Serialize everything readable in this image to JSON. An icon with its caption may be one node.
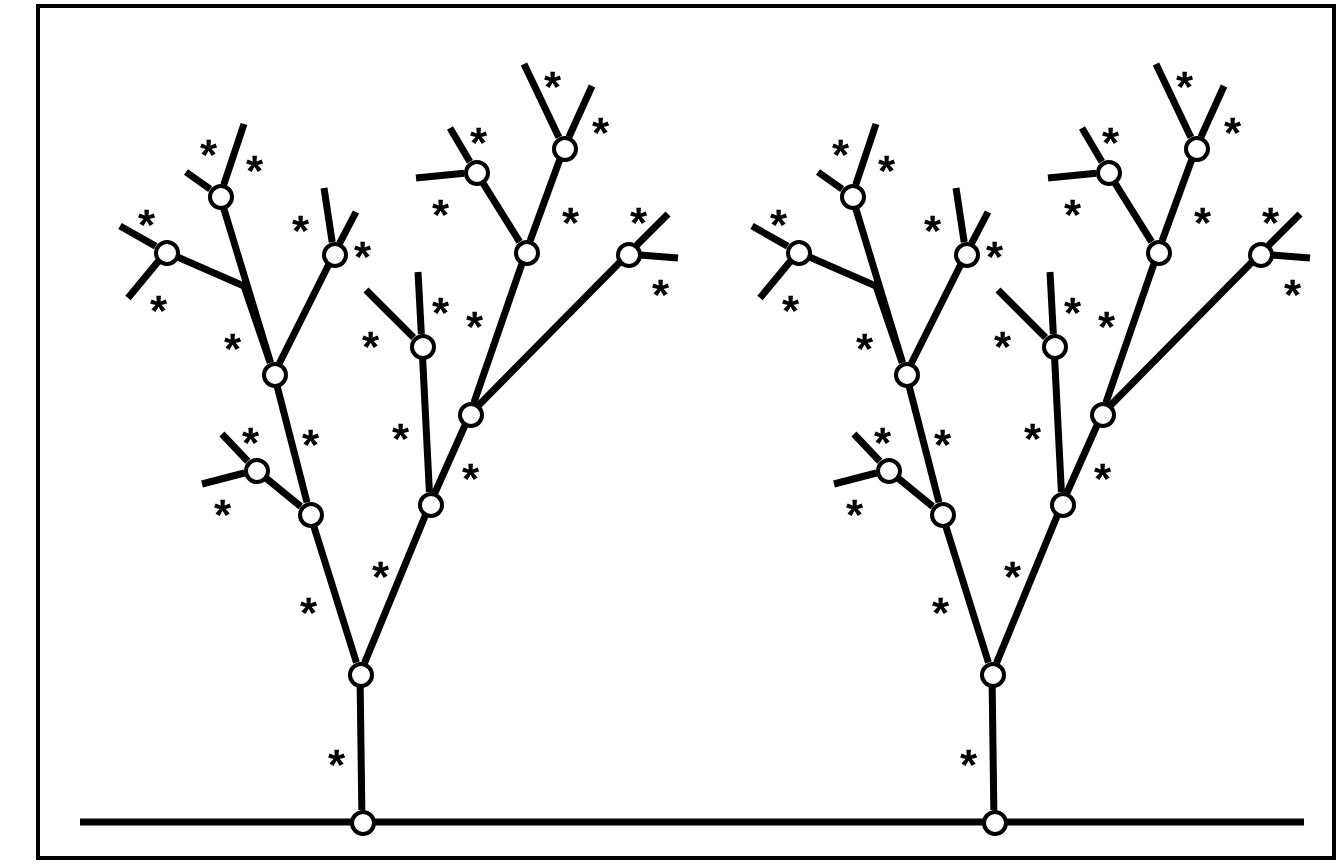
{
  "diagram": {
    "nodes": [
      {
        "text": [],
        "shape": "circle"
      },
      {
        "text": [],
        "shape": "circle"
      },
      {
        "text": [],
        "shape": "circle"
      },
      {
        "text": [],
        "shape": "circle"
      },
      {
        "text": [],
        "shape": "circle"
      },
      {
        "text": [],
        "shape": "circle"
      },
      {
        "text": [],
        "shape": "circle"
      },
      {
        "text": [],
        "shape": "circle"
      },
      {
        "text": [],
        "shape": "circle"
      },
      {
        "text": [],
        "shape": "circle"
      },
      {
        "text": [],
        "shape": "circle"
      },
      {
        "text": [],
        "shape": "circle"
      },
      {
        "text": [],
        "shape": "circle"
      },
      {
        "text": [],
        "shape": "circle"
      },
      {
        "text": [],
        "shape": "circle"
      },
      {
        "text": [],
        "shape": "circle"
      },
      {
        "text": [],
        "shape": "circle"
      },
      {
        "text": [],
        "shape": "circle"
      },
      {
        "text": [],
        "shape": "circle"
      },
      {
        "text": [],
        "shape": "circle"
      },
      {
        "text": [],
        "shape": "circle"
      },
      {
        "text": [],
        "shape": "circle"
      },
      {
        "text": [],
        "shape": "circle"
      },
      {
        "text": [],
        "shape": "circle"
      },
      {
        "text": [],
        "shape": "circle"
      },
      {
        "text": [],
        "shape": "circle"
      },
      {
        "text": [],
        "shape": "circle"
      },
      {
        "text": [],
        "shape": "circle"
      },
      {
        "text": [],
        "shape": "circle"
      },
      {
        "text": [],
        "shape": "circle"
      }
    ],
    "edges": [
      {
        "from": 0,
        "to": 1,
        "arrow": "none"
      },
      {
        "from": 1,
        "to": 2,
        "arrow": "none"
      },
      {
        "from": 1,
        "to": 3,
        "arrow": "none"
      },
      {
        "from": 2,
        "to": 4,
        "arrow": "none"
      },
      {
        "from": 2,
        "to": 5,
        "arrow": "none"
      },
      {
        "from": 5,
        "to": 12,
        "arrow": "none"
      },
      {
        "from": 5,
        "to": 9,
        "arrow": "none"
      },
      {
        "from": 5,
        "to": 8,
        "arrow": "none"
      },
      {
        "from": 3,
        "to": 7,
        "arrow": "none"
      },
      {
        "from": 3,
        "to": 6,
        "arrow": "none"
      },
      {
        "from": 6,
        "to": 10,
        "arrow": "none"
      },
      {
        "from": 6,
        "to": 11,
        "arrow": "none"
      },
      {
        "from": 10,
        "to": 13,
        "arrow": "none"
      },
      {
        "from": 10,
        "to": 14,
        "arrow": "none"
      },
      {
        "from": 4,
        "to": null,
        "arrow": "none"
      },
      {
        "from": 4,
        "to": null,
        "arrow": "none"
      },
      {
        "from": 9,
        "to": null,
        "arrow": "none"
      },
      {
        "from": 9,
        "to": null,
        "arrow": "none"
      },
      {
        "from": 12,
        "to": null,
        "arrow": "none"
      },
      {
        "from": 12,
        "to": null,
        "arrow": "none"
      },
      {
        "from": 8,
        "to": null,
        "arrow": "none"
      },
      {
        "from": 8,
        "to": null,
        "arrow": "none"
      },
      {
        "from": 13,
        "to": null,
        "arrow": "none"
      },
      {
        "from": 13,
        "to": null,
        "arrow": "none"
      },
      {
        "from": 14,
        "to": null,
        "arrow": "none"
      },
      {
        "from": 14,
        "to": null,
        "arrow": "none"
      },
      {
        "from": 11,
        "to": null,
        "arrow": "none"
      },
      {
        "from": 11,
        "to": null,
        "arrow": "none"
      },
      {
        "from": 7,
        "to": null,
        "arrow": "none"
      },
      {
        "from": 7,
        "to": null,
        "arrow": "none"
      },
      {
        "from": 15,
        "to": 16,
        "arrow": "none"
      },
      {
        "from": 16,
        "to": 17,
        "arrow": "none"
      },
      {
        "from": 16,
        "to": 18,
        "arrow": "none"
      },
      {
        "from": 17,
        "to": 19,
        "arrow": "none"
      },
      {
        "from": 17,
        "to": 20,
        "arrow": "none"
      },
      {
        "from": 20,
        "to": 27,
        "arrow": "none"
      },
      {
        "from": 20,
        "to": 24,
        "arrow": "none"
      },
      {
        "from": 20,
        "to": 23,
        "arrow": "none"
      },
      {
        "from": 18,
        "to": 22,
        "arrow": "none"
      },
      {
        "from": 18,
        "to": 21,
        "arrow": "none"
      },
      {
        "from": 21,
        "to": 25,
        "arrow": "none"
      },
      {
        "from": 21,
        "to": 26,
        "arrow": "none"
      },
      {
        "from": 25,
        "to": 28,
        "arrow": "none"
      },
      {
        "from": 25,
        "to": 29,
        "arrow": "none"
      },
      {
        "from": 19,
        "to": null,
        "arrow": "none"
      },
      {
        "from": 19,
        "to": null,
        "arrow": "none"
      },
      {
        "from": 24,
        "to": null,
        "arrow": "none"
      },
      {
        "from": 24,
        "to": null,
        "arrow": "none"
      },
      {
        "from": 27,
        "to": null,
        "arrow": "none"
      },
      {
        "from": 27,
        "to": null,
        "arrow": "none"
      },
      {
        "from": 23,
        "to": null,
        "arrow": "none"
      },
      {
        "from": 23,
        "to": null,
        "arrow": "none"
      },
      {
        "from": 28,
        "to": null,
        "arrow": "none"
      },
      {
        "from": 28,
        "to": null,
        "arrow": "none"
      },
      {
        "from": 29,
        "to": null,
        "arrow": "none"
      },
      {
        "from": 29,
        "to": null,
        "arrow": "none"
      },
      {
        "from": 26,
        "to": null,
        "arrow": "none"
      },
      {
        "from": 26,
        "to": null,
        "arrow": "none"
      },
      {
        "from": 22,
        "to": null,
        "arrow": "none"
      },
      {
        "from": 22,
        "to": null,
        "arrow": "none"
      }
    ],
    "labels": [
      "*",
      "*",
      "*",
      "*",
      "*",
      "*",
      "*",
      "*",
      "*",
      "*",
      "*",
      "*",
      "*",
      "*",
      "*",
      "*",
      "*",
      "*",
      "*",
      "*",
      "*",
      "*",
      "*",
      "*",
      "*",
      "*",
      "*",
      "*",
      "*",
      "*",
      "*",
      "*",
      "*",
      "*",
      "*",
      "*",
      "*",
      "*",
      "*",
      "*",
      "*",
      "*",
      "*",
      "*",
      "*",
      "*",
      "*",
      "*",
      "*",
      "*"
    ]
  }
}
